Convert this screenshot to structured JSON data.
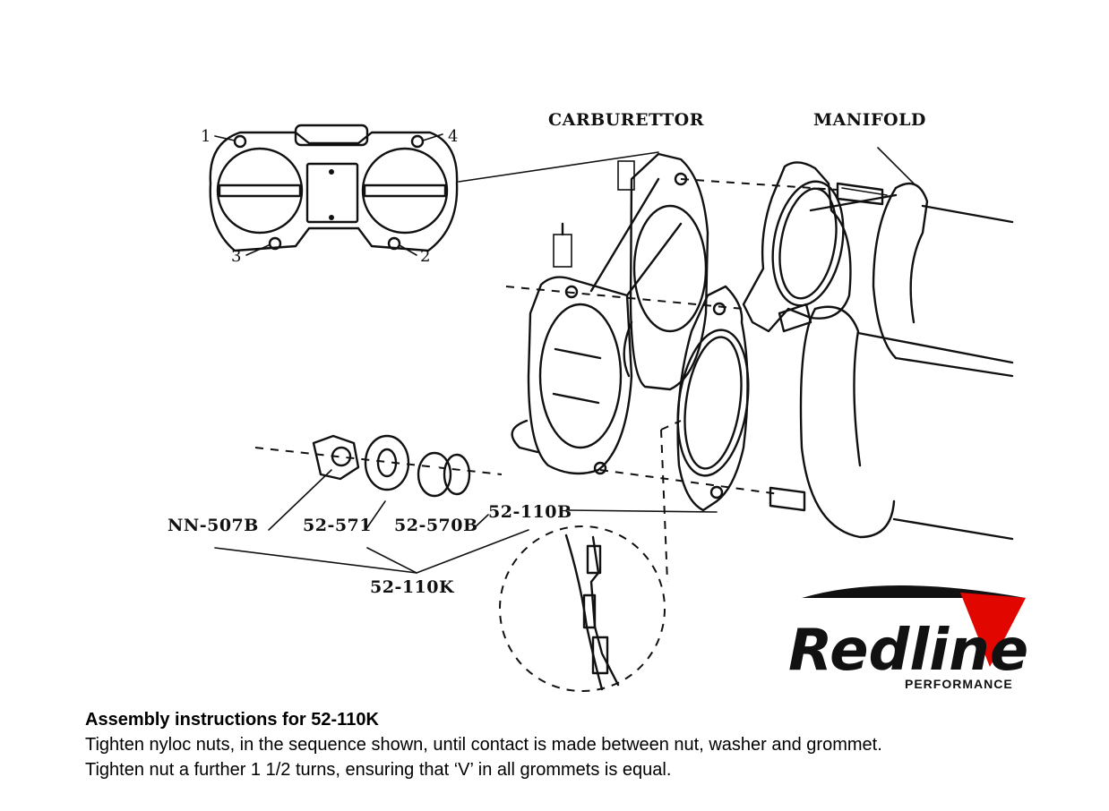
{
  "diagram": {
    "labels": {
      "carburettor": "CARBURETTOR",
      "manifold": "MANIFOLD",
      "nn507b": "NN-507B",
      "p52_571": "52-571",
      "p52_570b": "52-570B",
      "p52_110b": "52-110B",
      "p52_110k": "52-110K"
    },
    "sequence": [
      "1",
      "2",
      "3",
      "4"
    ]
  },
  "logo": {
    "name": "Redline",
    "tagline": "PERFORMANCE",
    "accent_color": "#e10600"
  },
  "instructions": {
    "heading": "Assembly instructions for 52-110K",
    "line1": "Tighten nyloc nuts, in the sequence shown, until contact is made between nut, washer and grommet.",
    "line2": "Tighten nut a further 1 1/2 turns, ensuring that ‘V’ in all grommets is equal."
  }
}
